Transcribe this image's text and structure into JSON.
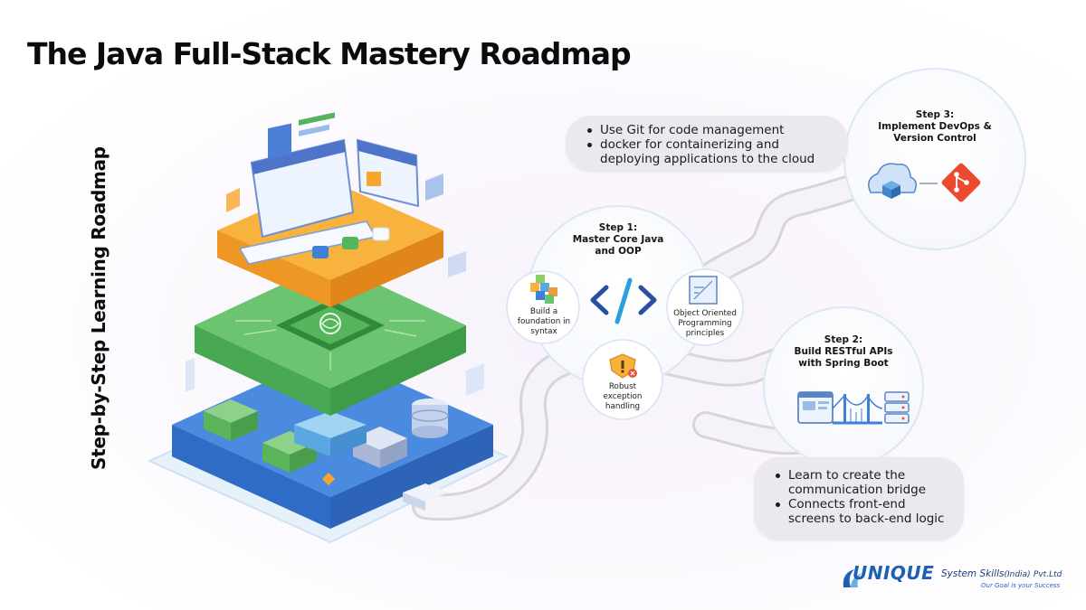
{
  "title": "The Java Full-Stack Mastery Roadmap",
  "side_label": "Step-by-Step Learning Roadmap",
  "steps": [
    {
      "title_lines": [
        "Step 1:",
        "Master Core Java",
        "and OOP"
      ],
      "sub_items": [
        {
          "label_lines": [
            "Build a",
            "foundation in",
            "syntax"
          ],
          "icon": "blocks-icon"
        },
        {
          "label_lines": [
            "Object Oriented",
            "Programming",
            "principles"
          ],
          "icon": "blueprint-icon"
        },
        {
          "label_lines": [
            "Robust",
            "exception",
            "handling"
          ],
          "icon": "warning-shield-icon"
        }
      ],
      "center_icon": "code-brackets-icon"
    },
    {
      "title_lines": [
        "Step 2:",
        "Build RESTful APIs",
        "with Spring Boot"
      ],
      "icons": [
        "browser-icon",
        "bridge-icon",
        "server-rack-icon"
      ],
      "notes": [
        "Learn to create the communication bridge",
        "Connects front-end screens to back-end logic"
      ],
      "note_lines": [
        [
          "Learn to create the",
          "communication bridge"
        ],
        [
          "Connects front-end",
          "screens to back-end logic"
        ]
      ]
    },
    {
      "title_lines": [
        "Step 3:",
        "Implement DevOps &",
        "Version Control"
      ],
      "icons": [
        "cloud-container-icon",
        "git-icon"
      ],
      "notes": [
        "Use Git for code management",
        "docker for containerizing and deploying applications to the cloud"
      ],
      "note_lines": [
        [
          "Use Git for code management"
        ],
        [
          "docker for containerizing and",
          "deploying applications to the cloud"
        ]
      ]
    }
  ],
  "stack_layers": [
    "frontend-layer",
    "logic-layer",
    "backend-layer"
  ],
  "brand": {
    "name": "UNIQUE",
    "sub": "System Skills",
    "sub_paren": "(India)",
    "suffix": "Pvt.Ltd",
    "tagline": "Our Goal is your Success"
  },
  "colors": {
    "frontend_layer": "#f7a52c",
    "logic_layer": "#5dbb63",
    "backend_layer": "#3f7fd6",
    "circle_border": "#d9e6f4",
    "note_bg": "#ebe9ee",
    "git_red": "#ec4a2f",
    "brand_blue": "#1c5fb3"
  }
}
